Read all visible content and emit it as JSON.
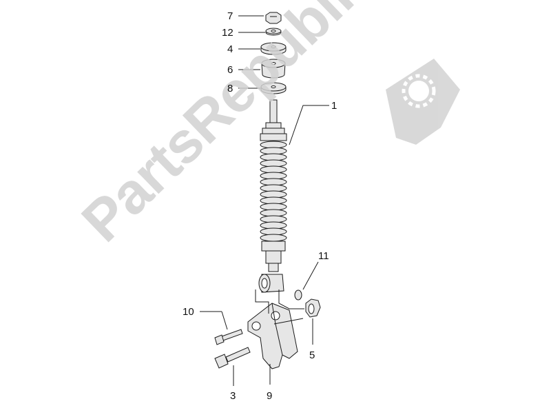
{
  "watermark": {
    "text": "PartsRepublik",
    "color": "#d2d2d2"
  },
  "diagram": {
    "line_color": "#1a1a1a",
    "fill_color": "#e6e6e6",
    "callouts": [
      "7",
      "12",
      "4",
      "6",
      "8",
      "1",
      "11",
      "10",
      "5",
      "3",
      "9"
    ]
  }
}
